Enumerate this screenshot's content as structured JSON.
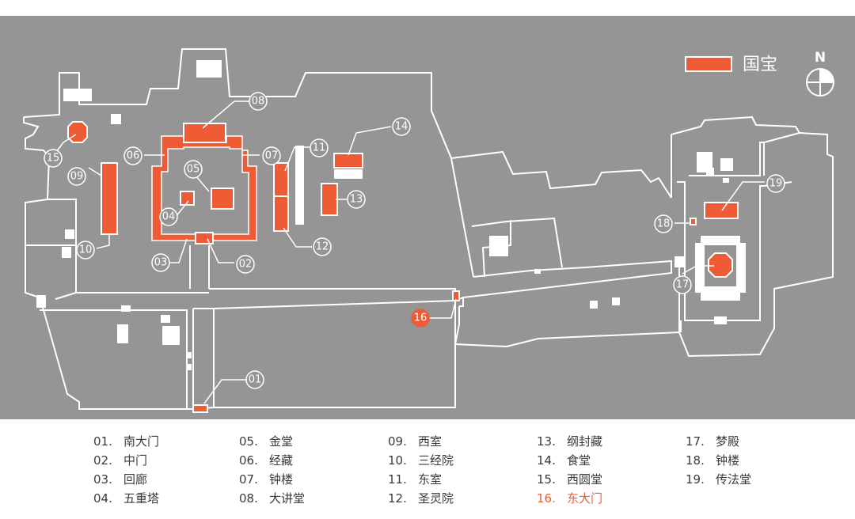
{
  "legend": {
    "label": "国宝",
    "swatch_color": "#ee5b35"
  },
  "compass": {
    "label": "N"
  },
  "colors": {
    "background": "#959595",
    "heritage": "#ee5b35",
    "line": "#ffffff",
    "text": "#3a3a3a"
  },
  "markers": [
    "01",
    "02",
    "03",
    "04",
    "05",
    "06",
    "07",
    "08",
    "09",
    "10",
    "11",
    "12",
    "13",
    "14",
    "15",
    "16",
    "17",
    "18",
    "19"
  ],
  "key_columns": [
    [
      {
        "num": "01.",
        "name": "南大门"
      },
      {
        "num": "02.",
        "name": "中门"
      },
      {
        "num": "03.",
        "name": "回廊"
      },
      {
        "num": "04.",
        "name": "五重塔"
      }
    ],
    [
      {
        "num": "05.",
        "name": "金堂"
      },
      {
        "num": "06.",
        "name": "经藏"
      },
      {
        "num": "07.",
        "name": "钟楼"
      },
      {
        "num": "08.",
        "name": "大讲堂"
      }
    ],
    [
      {
        "num": "09.",
        "name": "西室"
      },
      {
        "num": "10.",
        "name": "三经院"
      },
      {
        "num": "11.",
        "name": "东室"
      },
      {
        "num": "12.",
        "name": "圣灵院"
      }
    ],
    [
      {
        "num": "13.",
        "name": "纲封藏"
      },
      {
        "num": "14.",
        "name": "食堂"
      },
      {
        "num": "15.",
        "name": "西圆堂"
      },
      {
        "num": "16.",
        "name": "东大门",
        "highlight": true
      }
    ],
    [
      {
        "num": "17.",
        "name": "梦殿"
      },
      {
        "num": "18.",
        "name": "钟楼"
      },
      {
        "num": "19.",
        "name": "传法堂"
      }
    ]
  ]
}
